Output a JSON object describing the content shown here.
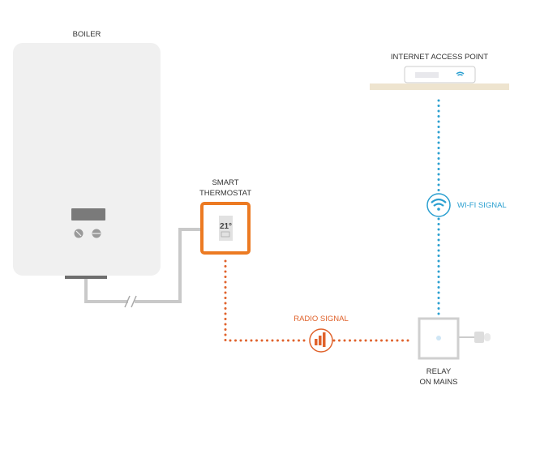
{
  "labels": {
    "boiler": "BOILER",
    "thermostat_line1": "SMART",
    "thermostat_line2": "THERMOSTAT",
    "access_point": "INTERNET ACCESS POINT",
    "wifi_signal": "WI-FI SIGNAL",
    "radio_signal": "RADIO SIGNAL",
    "relay_line1": "RELAY",
    "relay_line2": "ON MAINS"
  },
  "thermostat": {
    "temperature": "21°"
  },
  "colors": {
    "radio": "#e0622b",
    "wifi": "#2a9fd0",
    "thermostat_frame": "#ec7a22",
    "boiler": "#f0f0f0",
    "pipe": "#c9c9c9",
    "shelf": "#eee4cf"
  },
  "icons": {
    "radio": "signal-bars-icon",
    "wifi": "wifi-icon",
    "router_wifi": "wifi-icon",
    "plug": "plug-icon"
  }
}
